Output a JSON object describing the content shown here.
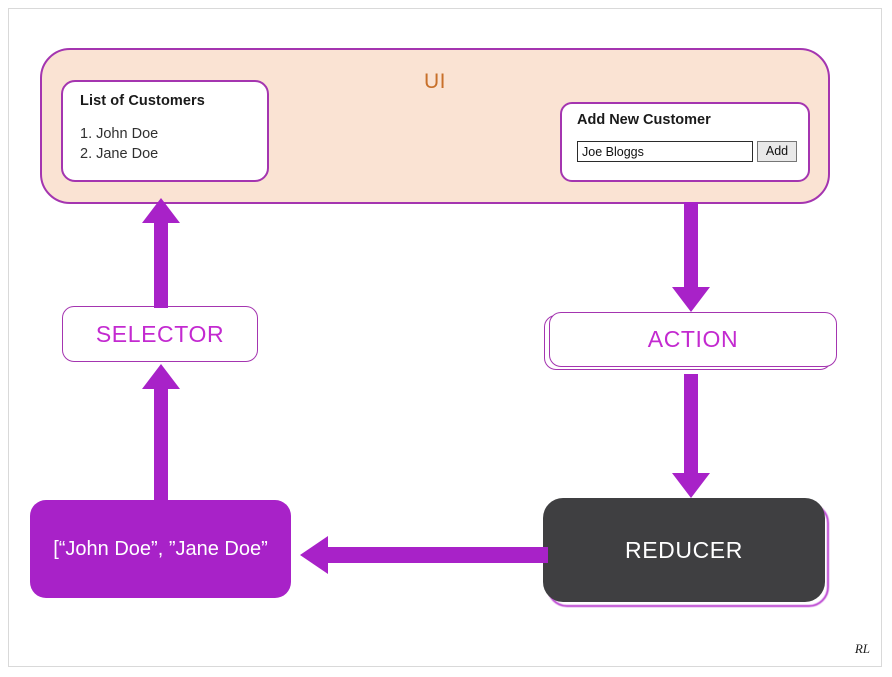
{
  "diagram": {
    "title_label": "UI",
    "signature": "RL",
    "accent_purple": "#a822c8",
    "border_purple": "#a435b0",
    "ui_background": "#fae3d3",
    "ui_label_color": "#c8702a",
    "reducer_background": "#3f3f41"
  },
  "ui_panel": {
    "label": "UI",
    "list_panel": {
      "title": "List of Customers",
      "items": [
        "1. John Doe",
        "2. Jane Doe"
      ]
    },
    "add_panel": {
      "title": "Add New Customer",
      "input_value": "Joe Bloggs",
      "input_placeholder": "Joe Bloggs",
      "button_label": "Add"
    }
  },
  "nodes": {
    "selector": {
      "label": "SELECTOR"
    },
    "action": {
      "label": "ACTION"
    },
    "state": {
      "label": "[“John Doe”, ”Jane Doe”"
    },
    "reducer": {
      "label": "REDUCER"
    }
  },
  "arrows": [
    {
      "name": "state-to-selector",
      "direction": "up"
    },
    {
      "name": "selector-to-ui",
      "direction": "up"
    },
    {
      "name": "ui-to-action",
      "direction": "down"
    },
    {
      "name": "action-to-reducer",
      "direction": "down"
    },
    {
      "name": "reducer-to-state",
      "direction": "left"
    }
  ]
}
